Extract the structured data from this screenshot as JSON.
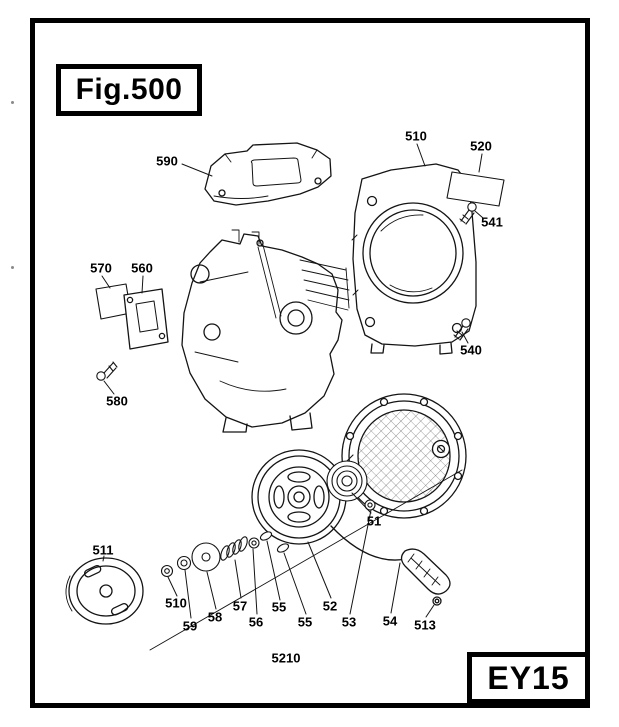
{
  "figure": {
    "title": "Fig.500",
    "model_code": "EY15"
  },
  "part_labels": [
    {
      "text": "590"
    },
    {
      "text": "510"
    },
    {
      "text": "520"
    },
    {
      "text": "541"
    },
    {
      "text": "570"
    },
    {
      "text": "560"
    },
    {
      "text": "580"
    },
    {
      "text": "540"
    },
    {
      "text": "51"
    },
    {
      "text": "511"
    },
    {
      "text": "510"
    },
    {
      "text": "59"
    },
    {
      "text": "58"
    },
    {
      "text": "57"
    },
    {
      "text": "56"
    },
    {
      "text": "55"
    },
    {
      "text": "55"
    },
    {
      "text": "52"
    },
    {
      "text": "53"
    },
    {
      "text": "54"
    },
    {
      "text": "513"
    },
    {
      "text": "5210"
    }
  ],
  "colors": {
    "line": "#141414",
    "background": "#ffffff",
    "text": "#000000"
  }
}
